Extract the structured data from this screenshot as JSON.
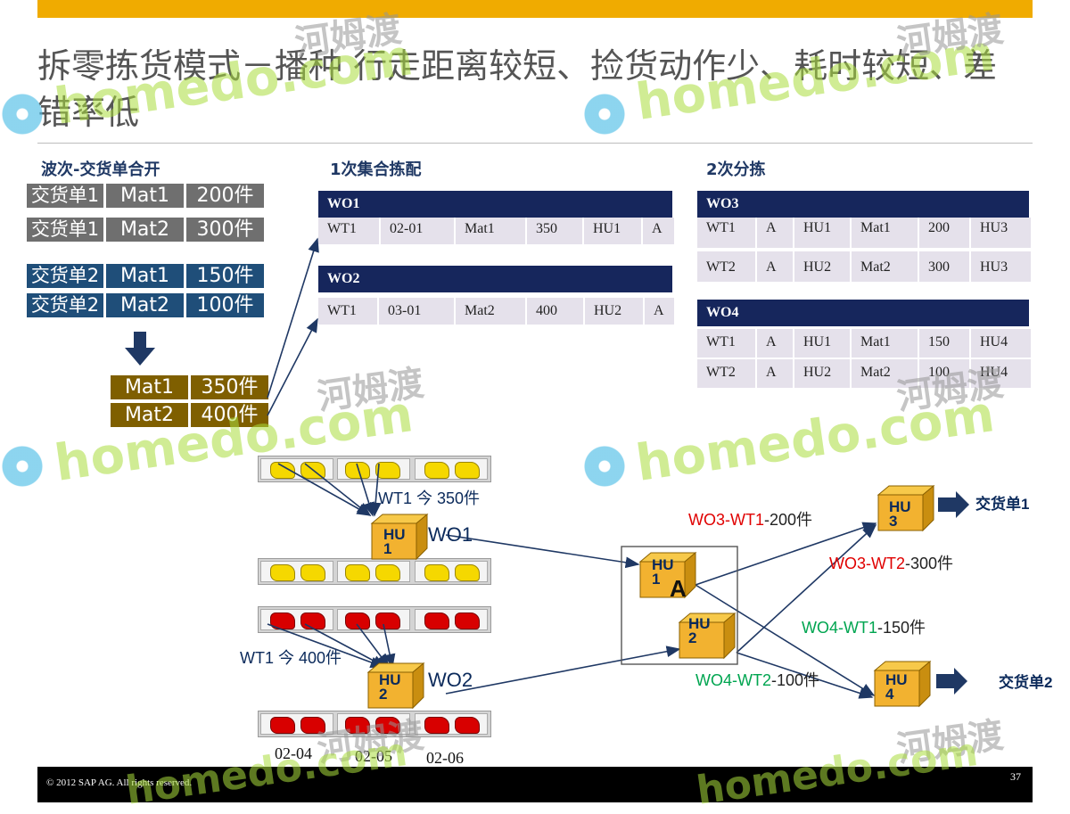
{
  "title": "拆零拣货模式－播种  行走距离较短、捡货动作少、耗时较短、差错率低",
  "sections": {
    "left": "波次-交货单合开",
    "middle": "1次集合拣配",
    "right": "2次分拣"
  },
  "orders": [
    {
      "doc": "交货单1",
      "mat": "Mat1",
      "qty": "200件"
    },
    {
      "doc": "交货单1",
      "mat": "Mat2",
      "qty": "300件"
    },
    {
      "doc": "交货单2",
      "mat": "Mat1",
      "qty": "150件"
    },
    {
      "doc": "交货单2",
      "mat": "Mat2",
      "qty": "100件"
    }
  ],
  "merged": [
    {
      "mat": "Mat1",
      "qty": "350件"
    },
    {
      "mat": "Mat2",
      "qty": "400件"
    }
  ],
  "wo_tables": [
    {
      "name": "WO1",
      "rows": [
        [
          "WT1",
          "02-01",
          "Mat1",
          "350",
          "HU1",
          "A"
        ]
      ]
    },
    {
      "name": "WO2",
      "rows": [
        [
          "WT1",
          "03-01",
          "Mat2",
          "400",
          "HU2",
          "A"
        ]
      ]
    },
    {
      "name": "WO3",
      "rows": [
        [
          "WT1",
          "A",
          "HU1",
          "Mat1",
          "200",
          "HU3"
        ],
        [
          "WT2",
          "A",
          "HU2",
          "Mat2",
          "300",
          "HU3"
        ]
      ]
    },
    {
      "name": "WO4",
      "rows": [
        [
          "WT1",
          "A",
          "HU1",
          "Mat1",
          "150",
          "HU4"
        ],
        [
          "WT2",
          "A",
          "HU2",
          "Mat2",
          "100",
          "HU4"
        ]
      ]
    }
  ],
  "diagram": {
    "wt1_350": "WT1 今 350件",
    "wt1_400": "WT1 今 400件",
    "wo1": "WO1",
    "wo2": "WO2",
    "hu1": "HU 1",
    "hu2": "HU 2",
    "hu3": "HU 3",
    "hu4": "HU 4",
    "area_a": "A",
    "wo3_wt1": {
      "code": "WO3-WT1",
      "qty": "-200件"
    },
    "wo3_wt2": {
      "code": "WO3-WT2",
      "qty": "-300件"
    },
    "wo4_wt1": {
      "code": "WO4-WT1",
      "qty": "-150件"
    },
    "wo4_wt2": {
      "code": "WO4-WT2",
      "qty": "-100件"
    },
    "dest1": "交货单1",
    "dest2": "交货单2",
    "shelf_labels": [
      "02-04",
      "02-05",
      "02-06"
    ]
  },
  "footer": {
    "copyright": "© 2012 SAP AG. All rights reserved.",
    "page": "37"
  },
  "watermark": {
    "latin": "homedo.com",
    "cn": "河姆渡"
  },
  "colors": {
    "topbar": "#F0AB00",
    "navy": "#16265C",
    "order_gray": "#6f6f6f",
    "order_blue": "#1F4E79",
    "merged_brown": "#7F5F00",
    "red_text": "#E00000",
    "green_text": "#00A550",
    "box": "#F2B230"
  }
}
